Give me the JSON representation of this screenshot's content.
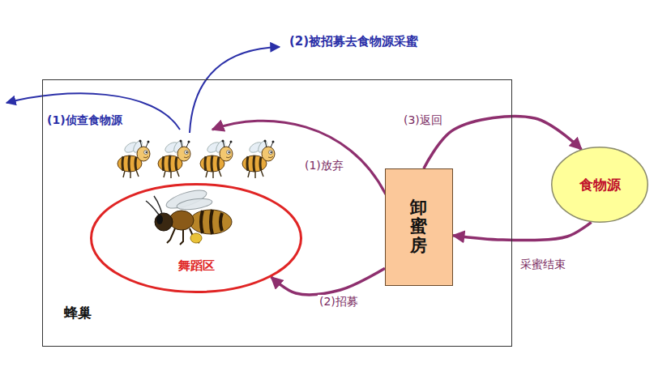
{
  "diagram": {
    "nodes": [
      {
        "text": [
          "蜂巢"
        ]
      },
      {
        "text": [
          "舞蹈区"
        ],
        "in": 0
      },
      {
        "text": [
          "卸蜜房"
        ],
        "in": 0
      },
      {
        "text": [
          "食物源"
        ]
      }
    ],
    "edges": [
      {
        "from": 3,
        "to": 2,
        "label": "采蜜结束",
        "arrow": "to"
      },
      {
        "from": 2,
        "to": 3,
        "label": "(3)返回",
        "arrow": "to"
      },
      {
        "from": 2,
        "to": 1,
        "label": "(2)招募",
        "arrow": "to"
      }
    ],
    "labels": [
      "(1)侦查食物源",
      "(2)被招募去食物源采蜜",
      "(1)放弃"
    ]
  }
}
